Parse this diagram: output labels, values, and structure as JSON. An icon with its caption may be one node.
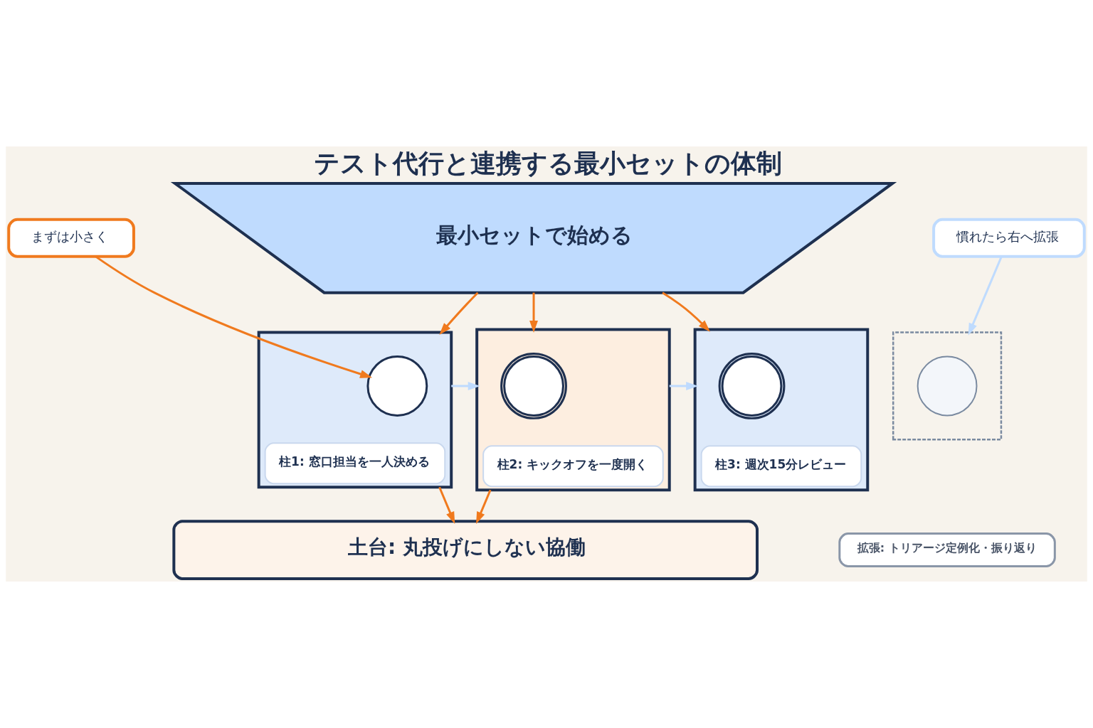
{
  "diagram": {
    "title": "テスト代行と連携する最小セットの体制",
    "nodes": [
      {
        "text": [
          "最小セットで始める"
        ]
      },
      {
        "text": [
          "慣れたら右へ拡張"
        ]
      },
      {
        "text": [
          "まずは小さく"
        ]
      },
      {
        "text": [
          "柱1: 窓口担当を一人決める"
        ]
      },
      {
        "text": [],
        "shape": "person",
        "in": 3
      },
      {
        "text": [
          "柱2: キックオフを一度開く"
        ]
      },
      {
        "text": [],
        "shape": "picture",
        "in": 5
      },
      {
        "text": [
          "柱3: 週次15分レビュー"
        ]
      },
      {
        "text": [],
        "shape": "picture",
        "in": 7
      },
      {
        "text": [],
        "shape": "box"
      },
      {
        "text": [],
        "shape": "circle",
        "in": 9
      },
      {
        "text": [
          "拡張: トリアージ定例化・振り返り"
        ]
      },
      {
        "text": [
          "土台: 丸投げにしない協働"
        ]
      }
    ],
    "edges": [
      {
        "from": 0,
        "to": 3,
        "arrow": "to"
      },
      {
        "from": 0,
        "to": 5,
        "arrow": "to"
      },
      {
        "from": 0,
        "to": 7,
        "arrow": "to"
      },
      {
        "from": 1,
        "to": 9,
        "arrow": "to",
        "color": "#bfdbfe"
      },
      {
        "from": 2,
        "to": 4,
        "arrow": "to"
      },
      {
        "from": 3,
        "to": 5,
        "arrow": "to",
        "color": "#bfdbfe"
      },
      {
        "from": 5,
        "to": 7,
        "arrow": "to",
        "color": "#bfdbfe"
      },
      {
        "from": 3,
        "to": 12,
        "arrow": "to"
      },
      {
        "from": 5,
        "to": 12,
        "arrow": "to"
      }
    ]
  }
}
